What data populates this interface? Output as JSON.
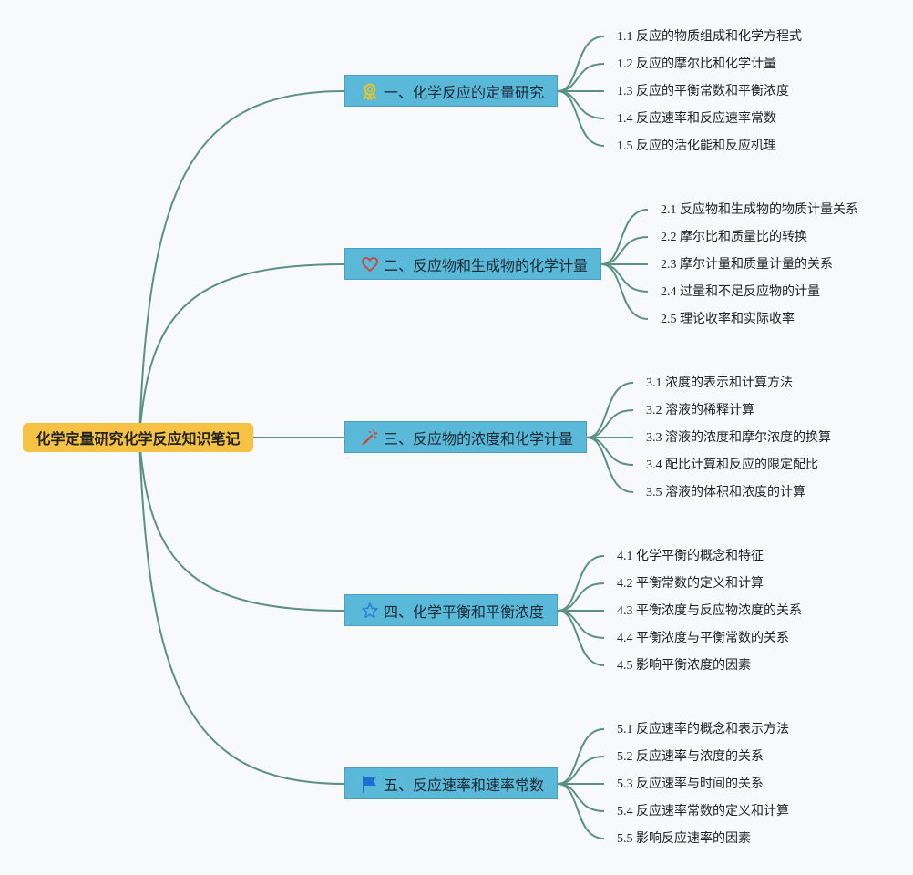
{
  "root": {
    "label": "化学定量研究化学反应知识笔记"
  },
  "branches": [
    {
      "label": "一、化学反应的定量研究",
      "icon": "award-ribbon-icon",
      "icon_color": "#e8c62a",
      "children": [
        "1.1 反应的物质组成和化学方程式",
        "1.2 反应的摩尔比和化学计量",
        "1.3 反应的平衡常数和平衡浓度",
        "1.4 反应速率和反应速率常数",
        "1.5 反应的活化能和反应机理"
      ]
    },
    {
      "label": "二、反应物和生成物的化学计量",
      "icon": "heart-icon",
      "icon_color": "#c9463d",
      "children": [
        "2.1 反应物和生成物的物质计量关系",
        "2.2 摩尔比和质量比的转换",
        "2.3 摩尔计量和质量计量的关系",
        "2.4 过量和不足反应物的计量",
        "2.5 理论收率和实际收率"
      ]
    },
    {
      "label": "三、反应物的浓度和化学计量",
      "icon": "magic-wand-icon",
      "icon_color": "#c9463d",
      "children": [
        "3.1 浓度的表示和计算方法",
        "3.2 溶液的稀释计算",
        "3.3 溶液的浓度和摩尔浓度的换算",
        "3.4 配比计算和反应的限定配比",
        "3.5 溶液的体积和浓度的计算"
      ]
    },
    {
      "label": "四、化学平衡和平衡浓度",
      "icon": "star-icon",
      "icon_color": "#2e7fd6",
      "children": [
        "4.1 化学平衡的概念和特征",
        "4.2 平衡常数的定义和计算",
        "4.3 平衡浓度与反应物浓度的关系",
        "4.4 平衡浓度与平衡常数的关系",
        "4.5 影响平衡浓度的因素"
      ]
    },
    {
      "label": "五、反应速率和速率常数",
      "icon": "flag-icon",
      "icon_color": "#1f6fd0",
      "children": [
        "5.1 反应速率的概念和表示方法",
        "5.2 反应速率与浓度的关系",
        "5.3 反应速率与时间的关系",
        "5.4 反应速率常数的定义和计算",
        "5.5 影响反应速率的因素"
      ]
    }
  ],
  "colors": {
    "line": "#5b9183",
    "root_bg": "#f5c244",
    "branch_bg": "#5ab8d8"
  }
}
